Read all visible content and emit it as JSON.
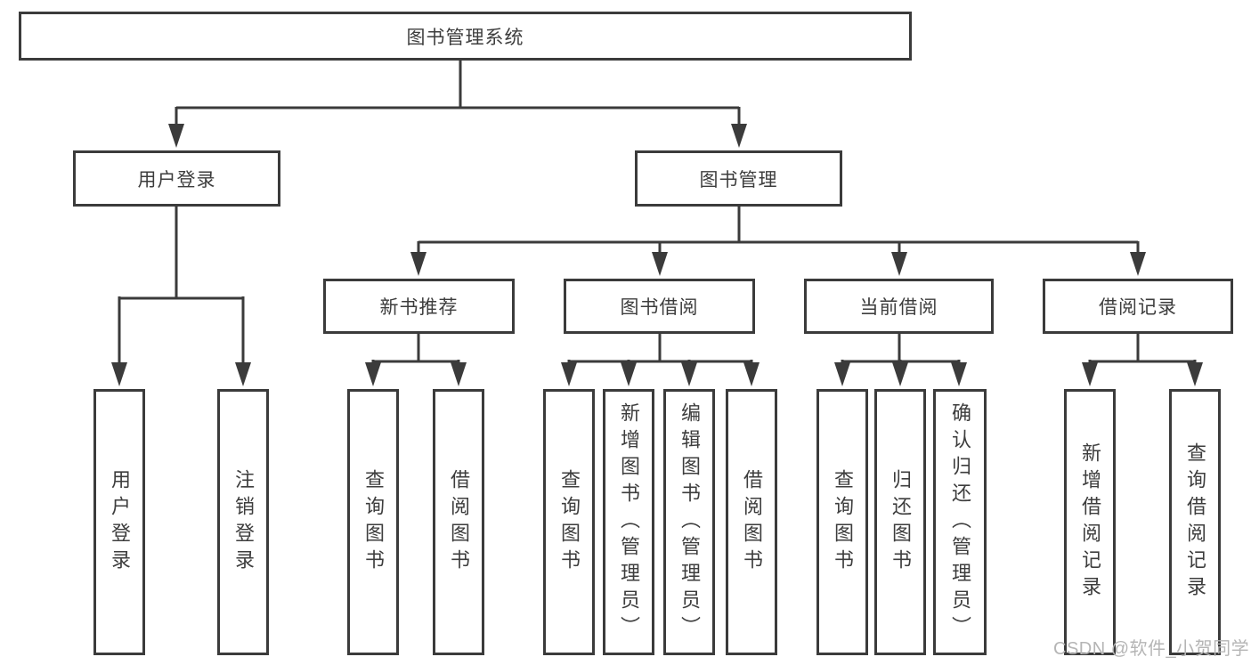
{
  "diagram": {
    "watermark": "CSDN @软件_小贺同学",
    "colors": {
      "line": "#3b3b3b",
      "text": "#3d3d3d",
      "watermark_text": "#b5b5b5",
      "background": "#ffffff"
    },
    "tree": {
      "label": "图书管理系统",
      "children": [
        {
          "label": "用户登录",
          "children": [
            {
              "label": "用户登录"
            },
            {
              "label": "注销登录"
            }
          ]
        },
        {
          "label": "图书管理",
          "children": [
            {
              "label": "新书推荐",
              "children": [
                {
                  "label": "查询图书"
                },
                {
                  "label": "借阅图书"
                }
              ]
            },
            {
              "label": "图书借阅",
              "children": [
                {
                  "label": "查询图书"
                },
                {
                  "label": "新增图书（管理员）"
                },
                {
                  "label": "编辑图书（管理员）"
                },
                {
                  "label": "借阅图书"
                }
              ]
            },
            {
              "label": "当前借阅",
              "children": [
                {
                  "label": "查询图书"
                },
                {
                  "label": "归还图书"
                },
                {
                  "label": "确认归还（管理员）"
                }
              ]
            },
            {
              "label": "借阅记录",
              "children": [
                {
                  "label": "新增借阅记录"
                },
                {
                  "label": "查询借阅记录"
                }
              ]
            }
          ]
        }
      ]
    }
  }
}
